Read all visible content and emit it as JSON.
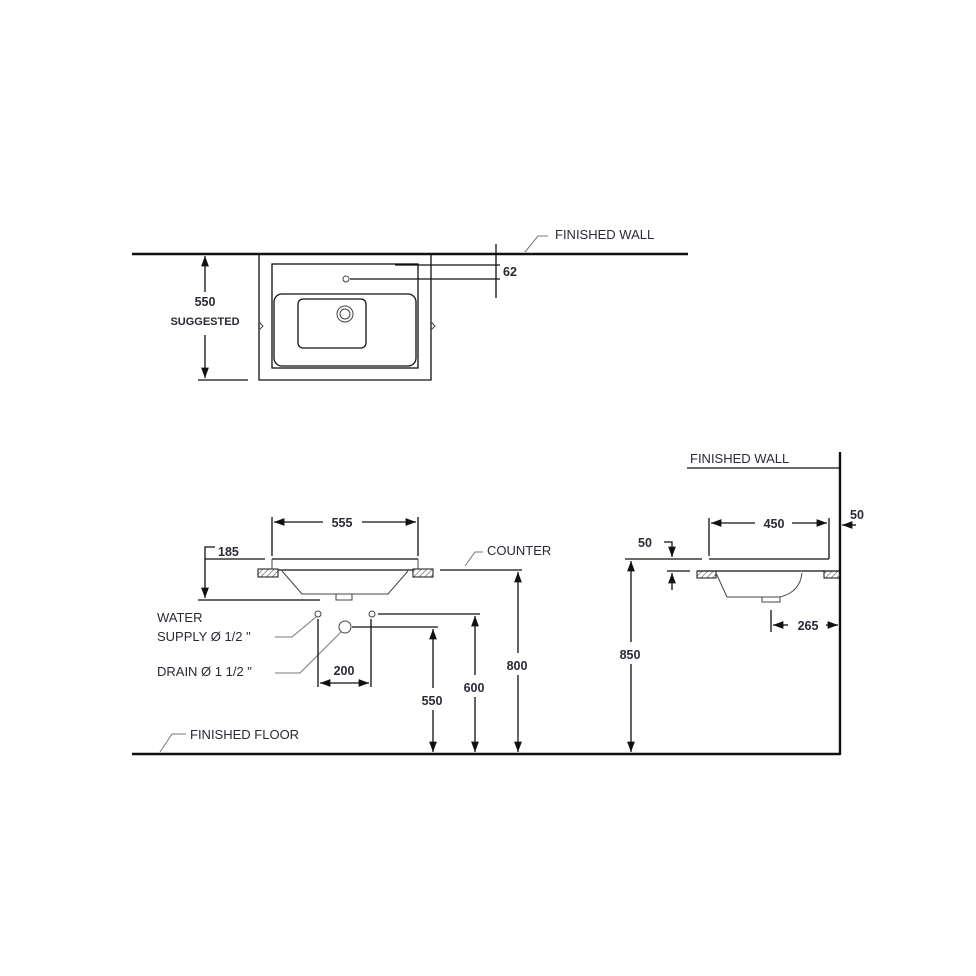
{
  "plan_view": {
    "wall_label": "FINISHED WALL",
    "depth_value": "550",
    "depth_note": "SUGGESTED",
    "tap_offset": "62"
  },
  "front_elevation": {
    "width": "555",
    "basin_depth": "185",
    "counter_label": "COUNTER",
    "water_supply_label_1": "WATER",
    "water_supply_label_2": "SUPPLY Ø 1/2 \"",
    "drain_label": "DRAIN Ø 1 1/2 \"",
    "supply_spacing": "200",
    "drain_height": "550",
    "supply_height": "600",
    "counter_height": "800",
    "floor_label": "FINISHED FLOOR"
  },
  "side_elevation": {
    "wall_label": "FINISHED WALL",
    "depth": "450",
    "wall_gap": "50",
    "rim_height": "50",
    "drain_from_wall": "265",
    "rim_height_floor": "850"
  }
}
